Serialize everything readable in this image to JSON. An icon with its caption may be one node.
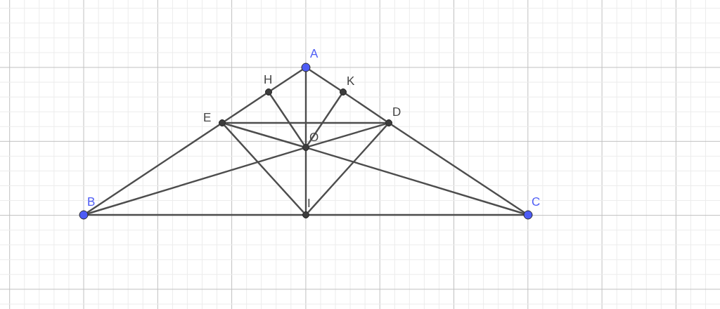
{
  "diagram": {
    "nodes": [
      {
        "text": [
          "A"
        ]
      },
      {
        "text": [
          "H"
        ]
      },
      {
        "text": [
          "K"
        ]
      },
      {
        "text": [
          "E"
        ]
      },
      {
        "text": [
          "D"
        ]
      },
      {
        "text": [
          "O"
        ]
      },
      {
        "text": [
          "B"
        ]
      },
      {
        "text": [
          "I"
        ]
      },
      {
        "text": [
          "C"
        ]
      }
    ],
    "edges": [
      {
        "from": 0,
        "to": 1,
        "arrow": "none"
      },
      {
        "from": 1,
        "to": 3,
        "arrow": "none"
      },
      {
        "from": 3,
        "to": 6,
        "arrow": "none"
      },
      {
        "from": 0,
        "to": 2,
        "arrow": "none"
      },
      {
        "from": 2,
        "to": 4,
        "arrow": "none"
      },
      {
        "from": 4,
        "to": 8,
        "arrow": "none"
      },
      {
        "from": 6,
        "to": 7,
        "arrow": "none"
      },
      {
        "from": 7,
        "to": 8,
        "arrow": "none"
      },
      {
        "from": 0,
        "to": 5,
        "arrow": "none"
      },
      {
        "from": 5,
        "to": 7,
        "arrow": "none"
      },
      {
        "from": 3,
        "to": 4,
        "arrow": "none"
      },
      {
        "from": 3,
        "to": 5,
        "arrow": "none"
      },
      {
        "from": 5,
        "to": 8,
        "arrow": "none"
      },
      {
        "from": 6,
        "to": 5,
        "arrow": "none"
      },
      {
        "from": 5,
        "to": 4,
        "arrow": "none"
      },
      {
        "from": 3,
        "to": 7,
        "arrow": "none"
      },
      {
        "from": 4,
        "to": 7,
        "arrow": "none"
      },
      {
        "from": 1,
        "to": 5,
        "arrow": "none"
      },
      {
        "from": 2,
        "to": 5,
        "arrow": "none"
      }
    ]
  }
}
